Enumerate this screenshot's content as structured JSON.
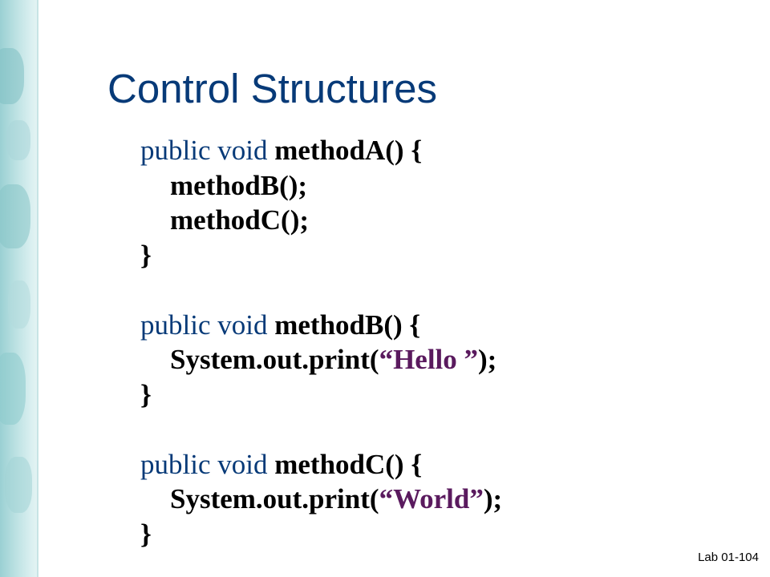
{
  "slide": {
    "title": "Control Structures",
    "footer": "Lab 01-104"
  },
  "code": {
    "keyword": "public void",
    "method_a_sig": "methodA() {",
    "method_a_body": [
      "methodB();",
      "methodC();"
    ],
    "method_b_sig": "methodB() {",
    "method_b_call_prefix": "System.out.print(",
    "method_b_string": "“Hello ”",
    "method_b_call_suffix": ");",
    "method_c_sig": "methodC() {",
    "method_c_call_prefix": "System.out.print(",
    "method_c_string": "“World”",
    "method_c_call_suffix": ");",
    "close_brace": "}"
  },
  "colors": {
    "title": "#073a78",
    "keyword": "#073a78",
    "string": "#5a1a5e",
    "side_band": "#9ad0d3"
  }
}
